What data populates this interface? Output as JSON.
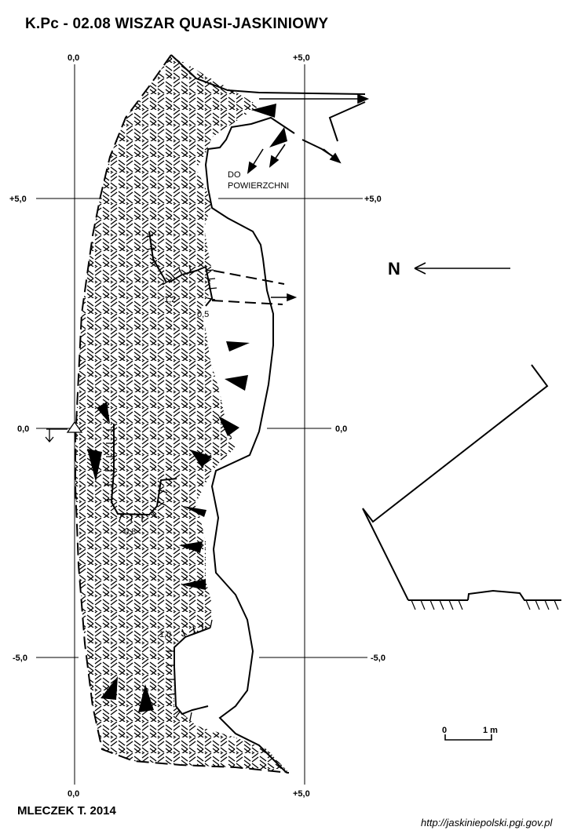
{
  "title": "K.Pc - 02.08  WISZAR QUASI-JASKINIOWY",
  "author": "MLECZEK T. 2014",
  "source_url": "http://jaskiniepolski.pgi.gov.pl",
  "grid": {
    "x_top_left": "0,0",
    "x_top_right": "+5,0",
    "x_bottom_left": "0,0",
    "x_bottom_right": "+5,0",
    "y_plus5_left": "+5,0",
    "y_plus5_right": "+5,0",
    "y_zero_left": "0,0",
    "y_zero_right": "0,0",
    "y_minus5_left": "-5,0",
    "y_minus5_right": "-5,0"
  },
  "annotation": {
    "line1": "DO",
    "line2": "POWIERZCHNI"
  },
  "depths": {
    "d1": "1,2",
    "d2": "0,5",
    "d3": "0,8",
    "d4": "1,0"
  },
  "north_label": "N",
  "scale": {
    "start": "0",
    "end": "1 m"
  }
}
